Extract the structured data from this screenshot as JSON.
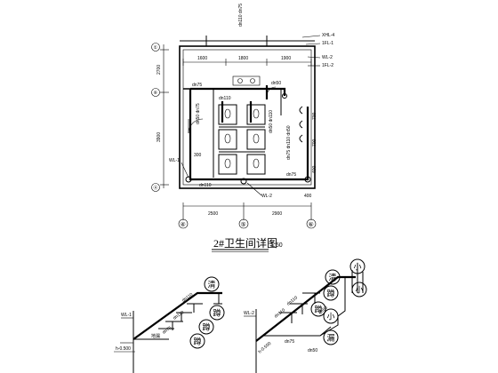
{
  "title": "2#卫生间详图",
  "scale": "1:50",
  "axes": {
    "bottom": [
      "④",
      "⑤",
      "⑥"
    ],
    "left": [
      "①",
      "⑥",
      "Ⓐ"
    ]
  },
  "dimensions": {
    "top": [
      "1600",
      "1800",
      "1900"
    ],
    "bottom": [
      "2500",
      "2900"
    ],
    "left": [
      "2700",
      "3900"
    ],
    "inner": [
      "300",
      "400",
      "700",
      "700",
      "400"
    ]
  },
  "pipe_tags_top": [
    "XHL-4",
    "1FL-1",
    "WL-2",
    "1FL-2"
  ],
  "pipe_labels": {
    "wl1": "WL-1",
    "wl2": "WL-2",
    "riser_left": "WL-1",
    "riser_right": "WL-2"
  },
  "pipe_sizes": [
    "dn75",
    "dn110",
    "dn50",
    "dn110",
    "dn75",
    "dn50",
    "dn110",
    "dn75",
    "dn110",
    "dn50"
  ],
  "elevation": "h-0.500",
  "floor_note": "地漏",
  "fixtures_left": [
    "清",
    "蹲",
    "蹲",
    "蹲"
  ],
  "fixtures_right": [
    "清",
    "蹲",
    "蹲",
    "小",
    "小",
    "小",
    "漏"
  ]
}
